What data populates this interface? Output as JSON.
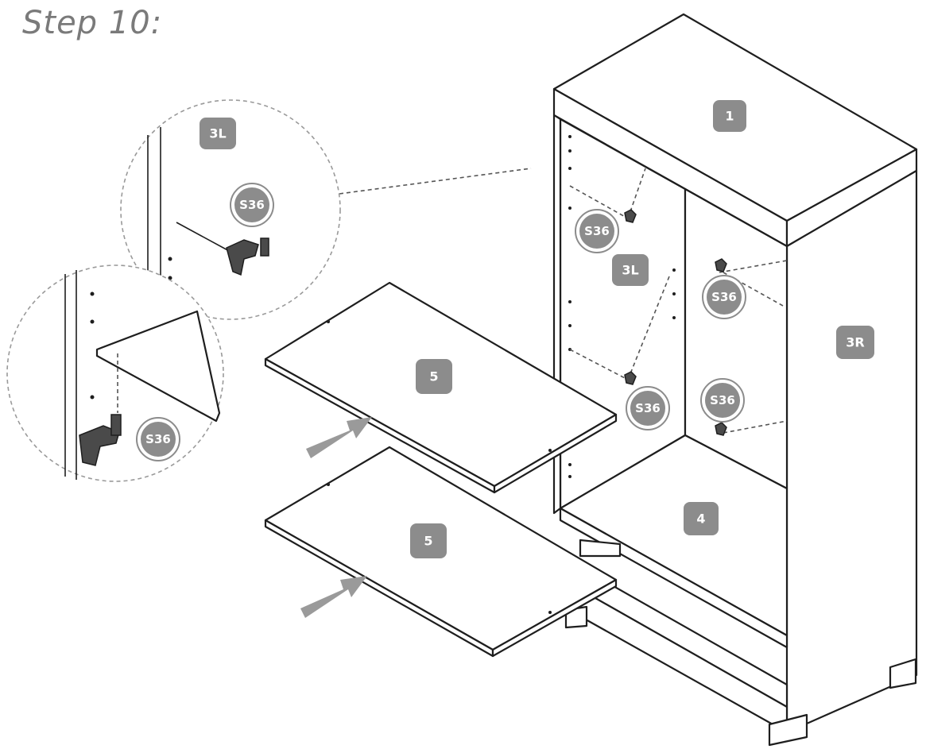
{
  "title": "Step 10:",
  "parts": {
    "top": "1",
    "side_left": "3L",
    "side_right": "3R",
    "bottom_shelf": "4",
    "shelf_upper": "5",
    "shelf_lower": "5"
  },
  "hardware": {
    "shelf_support": "S36"
  },
  "detail_upper": {
    "panel": "3L",
    "hardware": "S36"
  },
  "detail_lower": {
    "hardware": "S36"
  },
  "colors": {
    "badge": "#8c8c8c",
    "line": "#1e1e1e",
    "arrow": "#9a9a9a",
    "title": "#7a7a7a"
  }
}
